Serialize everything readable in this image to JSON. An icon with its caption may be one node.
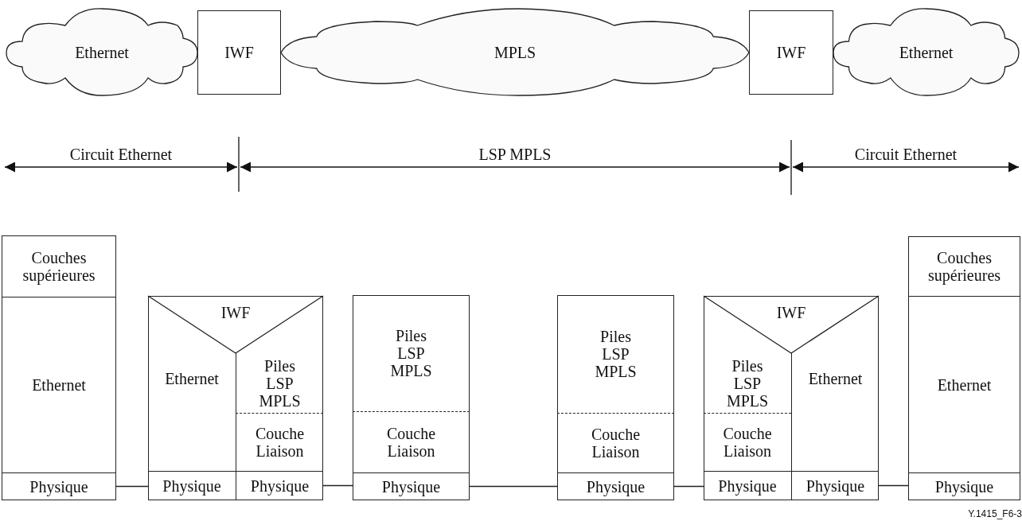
{
  "diagram": {
    "nodes": [
      {
        "text": [
          "Ethernet"
        ]
      },
      {
        "text": [
          "IWF"
        ]
      },
      {
        "text": [
          "MPLS"
        ]
      },
      {
        "text": [
          "IWF"
        ]
      },
      {
        "text": [
          "Ethernet"
        ]
      },
      {
        "text": [],
        "shape": "box"
      },
      {
        "text": [
          "Couches supérieures"
        ],
        "in": 5
      },
      {
        "text": [
          "Ethernet"
        ],
        "in": 5
      },
      {
        "text": [
          "Physique"
        ],
        "in": 5
      },
      {
        "text": [],
        "shape": "box"
      },
      {
        "text": [
          "IWF"
        ],
        "in": 9
      },
      {
        "text": [
          "Ethernet"
        ],
        "in": 9
      },
      {
        "text": [
          "Piles LSP MPLS"
        ],
        "in": 9
      },
      {
        "text": [
          "Couche Liaison"
        ],
        "in": 9
      },
      {
        "text": [
          "Physique"
        ],
        "in": 9
      },
      {
        "text": [
          "Physique"
        ],
        "in": 9
      },
      {
        "text": [],
        "shape": "box"
      },
      {
        "text": [
          "Piles LSP MPLS"
        ],
        "in": 16
      },
      {
        "text": [
          "Couche Liaison"
        ],
        "in": 16
      },
      {
        "text": [
          "Physique"
        ],
        "in": 16
      },
      {
        "text": [],
        "shape": "box"
      },
      {
        "text": [
          "Piles LSP MPLS"
        ],
        "in": 20
      },
      {
        "text": [
          "Couche Liaison"
        ],
        "in": 20
      },
      {
        "text": [
          "Physique"
        ],
        "in": 20
      },
      {
        "text": [],
        "shape": "box"
      },
      {
        "text": [
          "IWF"
        ],
        "in": 24
      },
      {
        "text": [
          "Piles LSP MPLS"
        ],
        "in": 24
      },
      {
        "text": [
          "Couche Liaison"
        ],
        "in": 24
      },
      {
        "text": [
          "Ethernet"
        ],
        "in": 24
      },
      {
        "text": [
          "Physique"
        ],
        "in": 24
      },
      {
        "text": [
          "Physique"
        ],
        "in": 24
      },
      {
        "text": [],
        "shape": "box"
      },
      {
        "text": [
          "Couches supérieures"
        ],
        "in": 31
      },
      {
        "text": [
          "Ethernet"
        ],
        "in": 31
      },
      {
        "text": [
          "Physique"
        ],
        "in": 31
      }
    ],
    "edges": [
      {
        "from": 8,
        "to": 14,
        "arrow": "none"
      },
      {
        "from": 15,
        "to": 19,
        "arrow": "none"
      },
      {
        "from": 19,
        "to": 23,
        "arrow": "none"
      },
      {
        "from": 23,
        "to": 29,
        "arrow": "none"
      },
      {
        "from": 30,
        "to": 34,
        "arrow": "none"
      }
    ],
    "labels": [
      "Circuit Ethernet",
      "LSP MPLS",
      "Circuit Ethernet",
      "Y.1415_F6-3"
    ]
  }
}
